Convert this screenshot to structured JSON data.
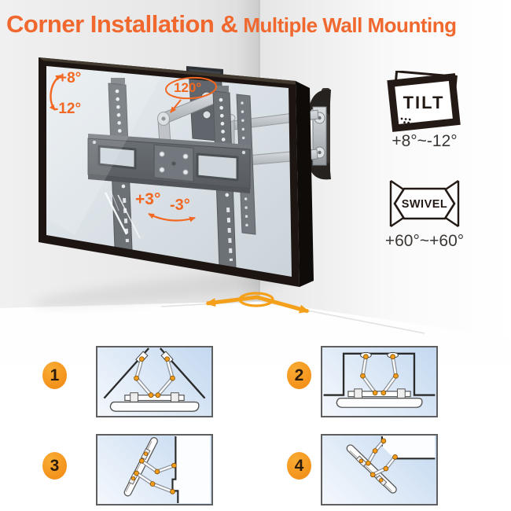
{
  "title": {
    "part1": "Corner Installation &",
    "part2": "Multiple Wall Mounting"
  },
  "annotations": {
    "tilt_up": "+8°",
    "tilt_down": "-12°",
    "swing": "120°",
    "level_plus": "+3°",
    "level_minus": "-3°"
  },
  "features": {
    "tilt": {
      "icon": "tilt-icon",
      "label": "TILT",
      "range": "+8°~-12°"
    },
    "swivel": {
      "icon": "swivel-icon",
      "label": "SWIVEL",
      "range": "+60°~+60°"
    }
  },
  "installations": [
    {
      "number": "1",
      "diagram": "corner-mount-top-view"
    },
    {
      "number": "2",
      "diagram": "recessed-wall-top-view"
    },
    {
      "number": "3",
      "diagram": "side-wall-tilt-view"
    },
    {
      "number": "4",
      "diagram": "corner-pillar-angled-view"
    }
  ],
  "colors": {
    "title_orange": "#F1682E",
    "annotation_orange": "#F26722",
    "floor_arrow_amber": "#F5A01B",
    "badge_orange": "#F3921B",
    "icon_dark": "#241A15",
    "mount_gray": "#4D5257",
    "diagram_blue": "#C3D8F0"
  }
}
